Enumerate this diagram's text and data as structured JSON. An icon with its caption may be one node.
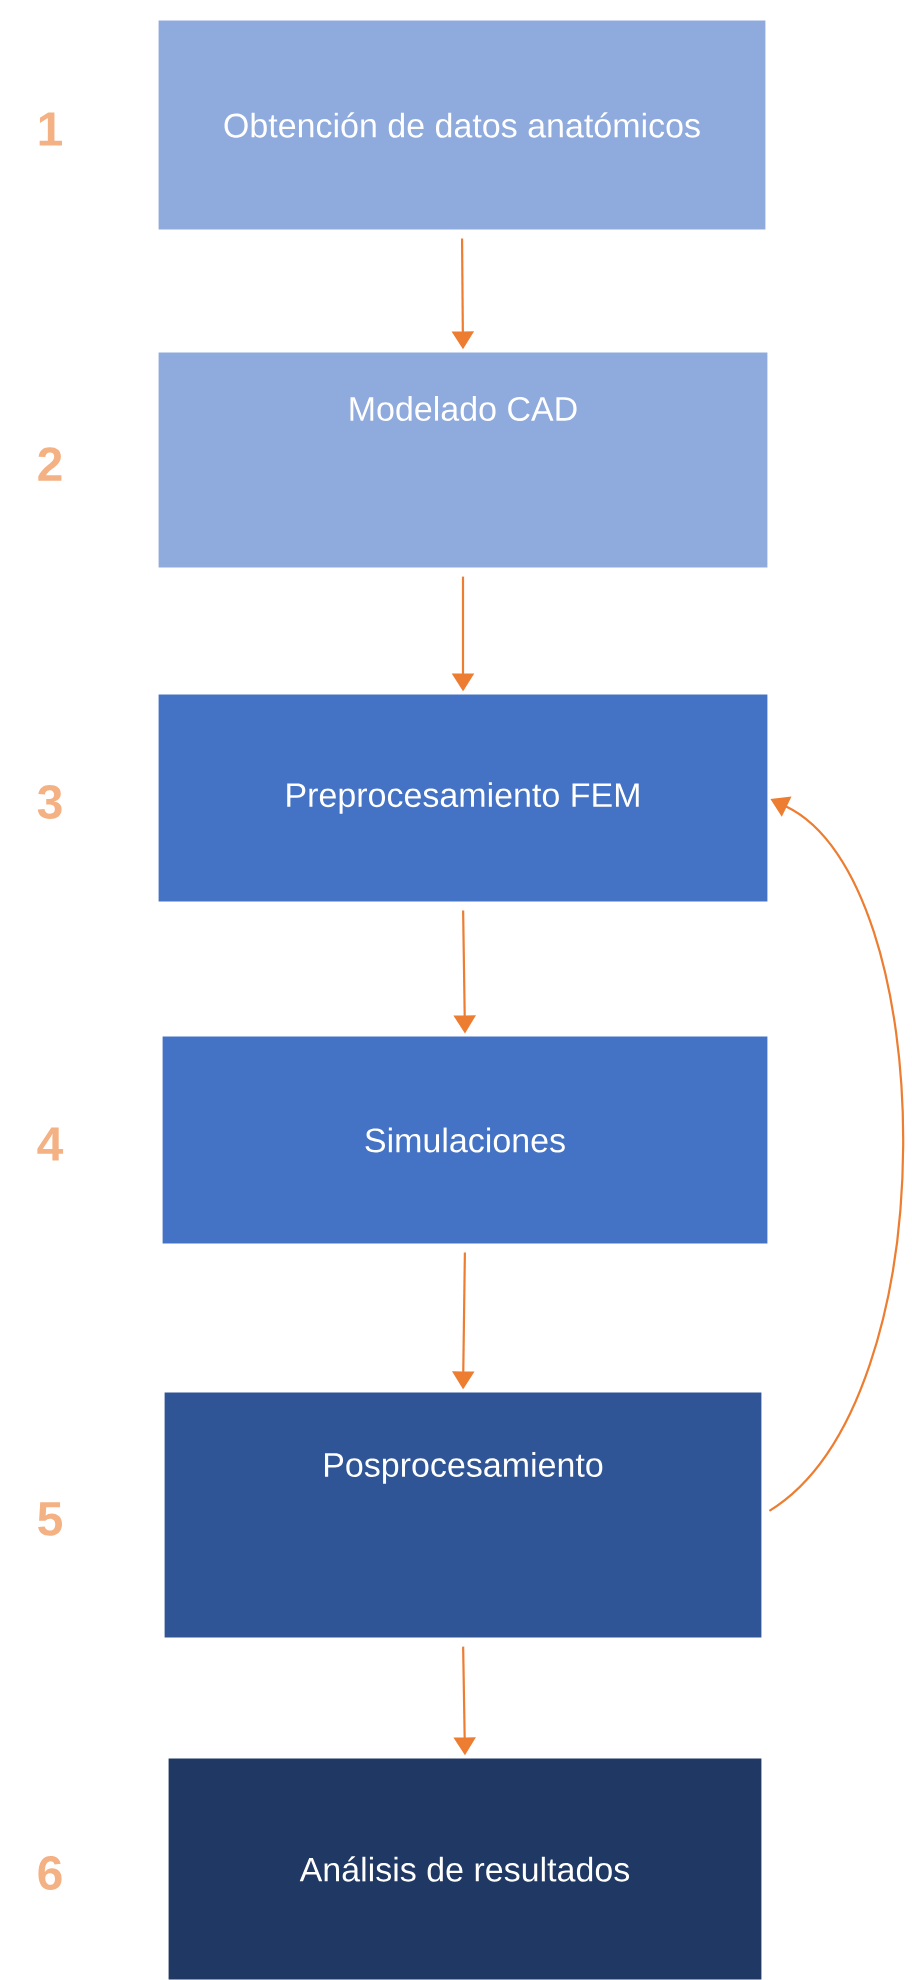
{
  "diagram": {
    "nodes": [
      {
        "text": [
          "Obtención de datos anatómicos"
        ],
        "beside": [
          "1"
        ]
      },
      {
        "text": [
          "Modelado CAD"
        ],
        "beside": [
          "2"
        ]
      },
      {
        "text": [
          "Preprocesamiento FEM"
        ],
        "beside": [
          "3"
        ]
      },
      {
        "text": [
          "Simulaciones"
        ],
        "beside": [
          "4"
        ]
      },
      {
        "text": [
          "Posprocesamiento"
        ],
        "beside": [
          "5"
        ]
      },
      {
        "text": [
          "Análisis de resultados"
        ],
        "beside": [
          "6"
        ]
      }
    ],
    "edges": [
      {
        "from": 0,
        "to": 1,
        "arrow": "to"
      },
      {
        "from": 1,
        "to": 2,
        "arrow": "to"
      },
      {
        "from": 2,
        "to": 3,
        "arrow": "to"
      },
      {
        "from": 3,
        "to": 4,
        "arrow": "to"
      },
      {
        "from": 4,
        "to": 5,
        "arrow": "to"
      },
      {
        "from": 4,
        "to": 2,
        "arrow": "to"
      }
    ]
  }
}
